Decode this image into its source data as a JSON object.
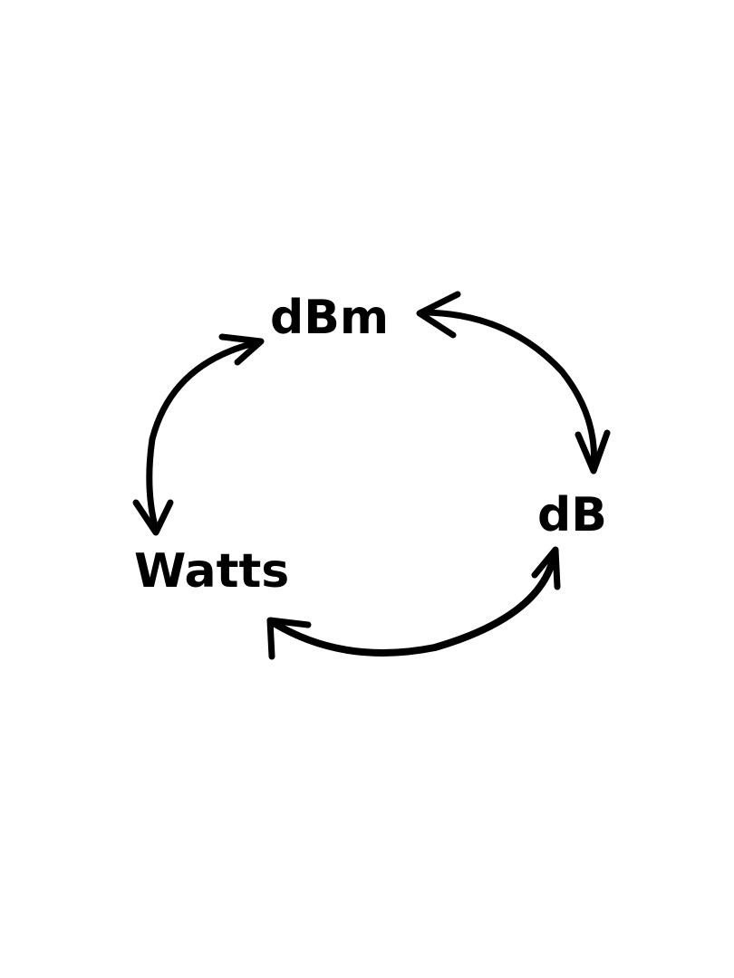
{
  "nodes": {
    "dbm": "dBm",
    "db": "dB",
    "watts": "Watts"
  },
  "colors": {
    "ink": "#000000",
    "background": "#ffffff"
  }
}
